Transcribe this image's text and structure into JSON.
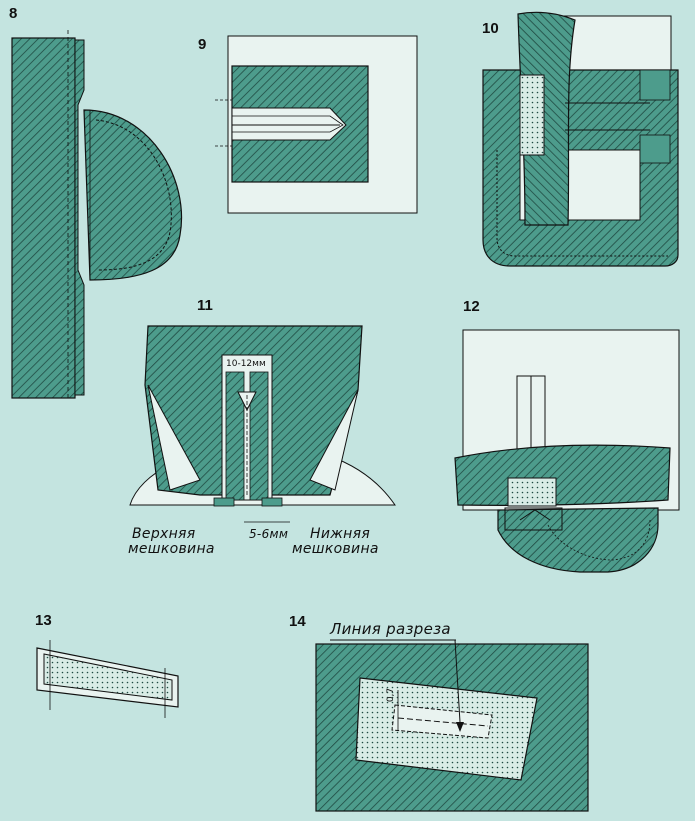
{
  "colors": {
    "background": "#c4e4e0",
    "fabric_fill": "#4d9c8c",
    "hatch": "#1f4a42",
    "paper": "#e9f3f0",
    "lining_dots": "#d9ece6",
    "ink": "#111111"
  },
  "figures": {
    "f8": {
      "number": "8"
    },
    "f9": {
      "number": "9"
    },
    "f10": {
      "number": "10"
    },
    "f11": {
      "number": "11",
      "dim_top": "10-12мм",
      "dim_bottom": "5-6мм",
      "label_left_1": "Верхняя",
      "label_left_2": "мешковина",
      "label_right_1": "Нижняя",
      "label_right_2": "мешковина"
    },
    "f12": {
      "number": "12"
    },
    "f13": {
      "number": "13"
    },
    "f14": {
      "number": "14",
      "cut_line": "Линия разреза",
      "dim": "0,7"
    }
  }
}
